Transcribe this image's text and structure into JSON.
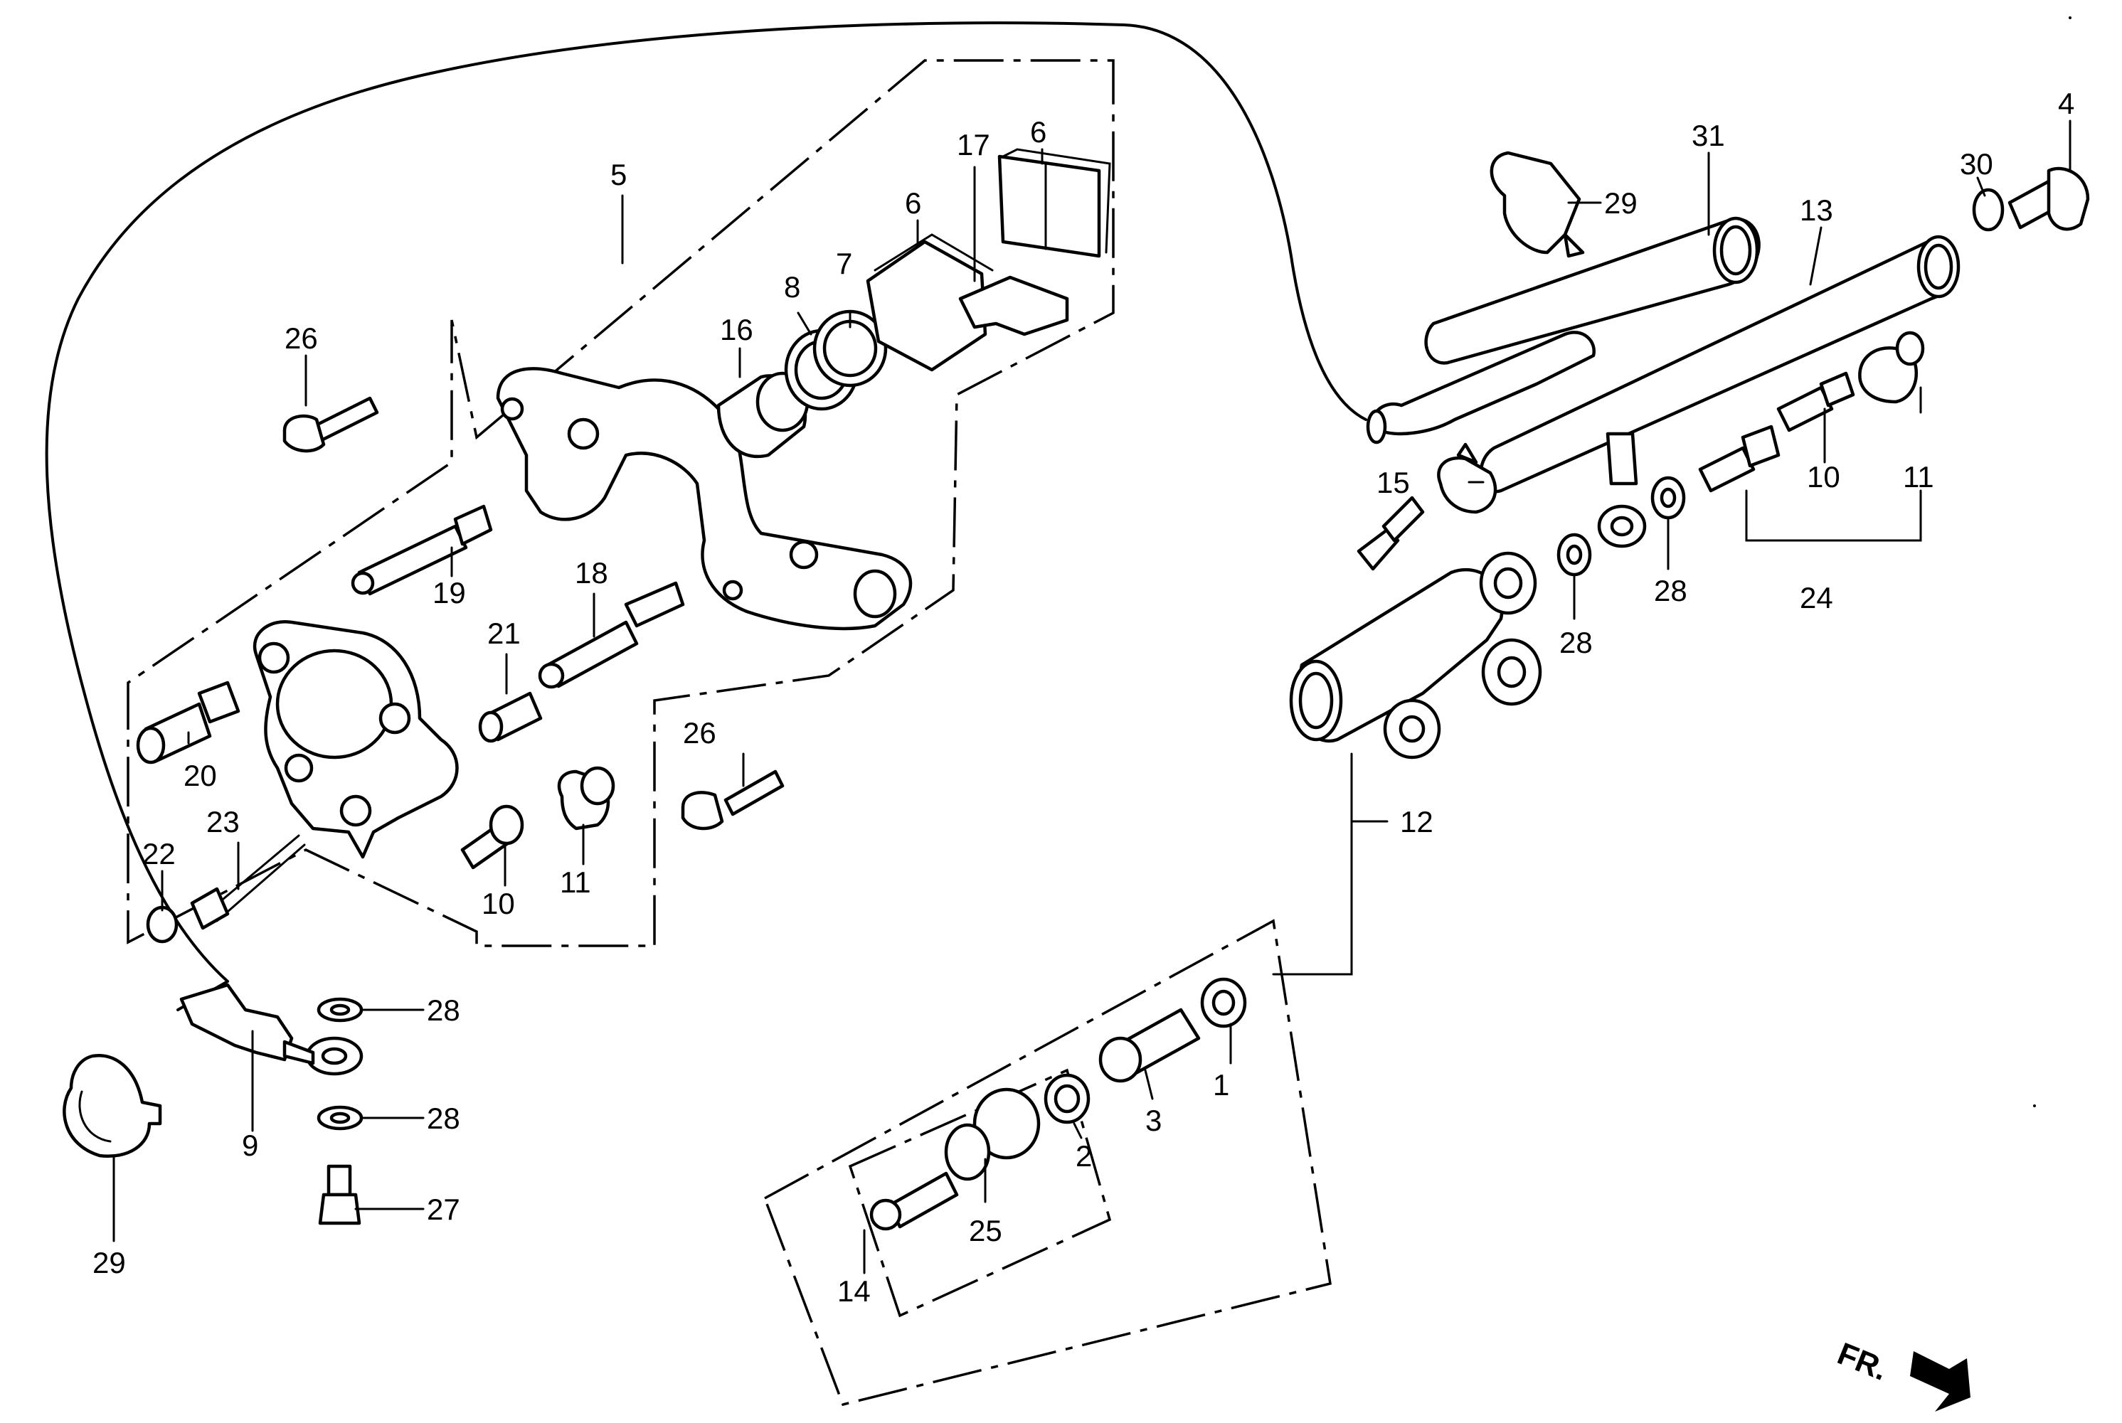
{
  "direction_label": "FR.",
  "callouts": [
    {
      "name": "callout-1",
      "text": "1"
    },
    {
      "name": "callout-2",
      "text": "2"
    },
    {
      "name": "callout-3",
      "text": "3"
    },
    {
      "name": "callout-4",
      "text": "4"
    },
    {
      "name": "callout-5",
      "text": "5"
    },
    {
      "name": "callout-6a",
      "text": "6"
    },
    {
      "name": "callout-6b",
      "text": "6"
    },
    {
      "name": "callout-7",
      "text": "7"
    },
    {
      "name": "callout-8",
      "text": "8"
    },
    {
      "name": "callout-9",
      "text": "9"
    },
    {
      "name": "callout-10a",
      "text": "10"
    },
    {
      "name": "callout-10b",
      "text": "10"
    },
    {
      "name": "callout-11a",
      "text": "11"
    },
    {
      "name": "callout-11b",
      "text": "11"
    },
    {
      "name": "callout-12",
      "text": "12"
    },
    {
      "name": "callout-13",
      "text": "13"
    },
    {
      "name": "callout-14",
      "text": "14"
    },
    {
      "name": "callout-15",
      "text": "15"
    },
    {
      "name": "callout-16",
      "text": "16"
    },
    {
      "name": "callout-17",
      "text": "17"
    },
    {
      "name": "callout-18",
      "text": "18"
    },
    {
      "name": "callout-19",
      "text": "19"
    },
    {
      "name": "callout-20",
      "text": "20"
    },
    {
      "name": "callout-21",
      "text": "21"
    },
    {
      "name": "callout-22",
      "text": "22"
    },
    {
      "name": "callout-23",
      "text": "23"
    },
    {
      "name": "callout-24",
      "text": "24"
    },
    {
      "name": "callout-25",
      "text": "25"
    },
    {
      "name": "callout-26a",
      "text": "26"
    },
    {
      "name": "callout-26b",
      "text": "26"
    },
    {
      "name": "callout-27",
      "text": "27"
    },
    {
      "name": "callout-28a",
      "text": "28"
    },
    {
      "name": "callout-28b",
      "text": "28"
    },
    {
      "name": "callout-28c",
      "text": "28"
    },
    {
      "name": "callout-28d",
      "text": "28"
    },
    {
      "name": "callout-29a",
      "text": "29"
    },
    {
      "name": "callout-29b",
      "text": "29"
    },
    {
      "name": "callout-30",
      "text": "30"
    },
    {
      "name": "callout-31",
      "text": "31"
    }
  ]
}
